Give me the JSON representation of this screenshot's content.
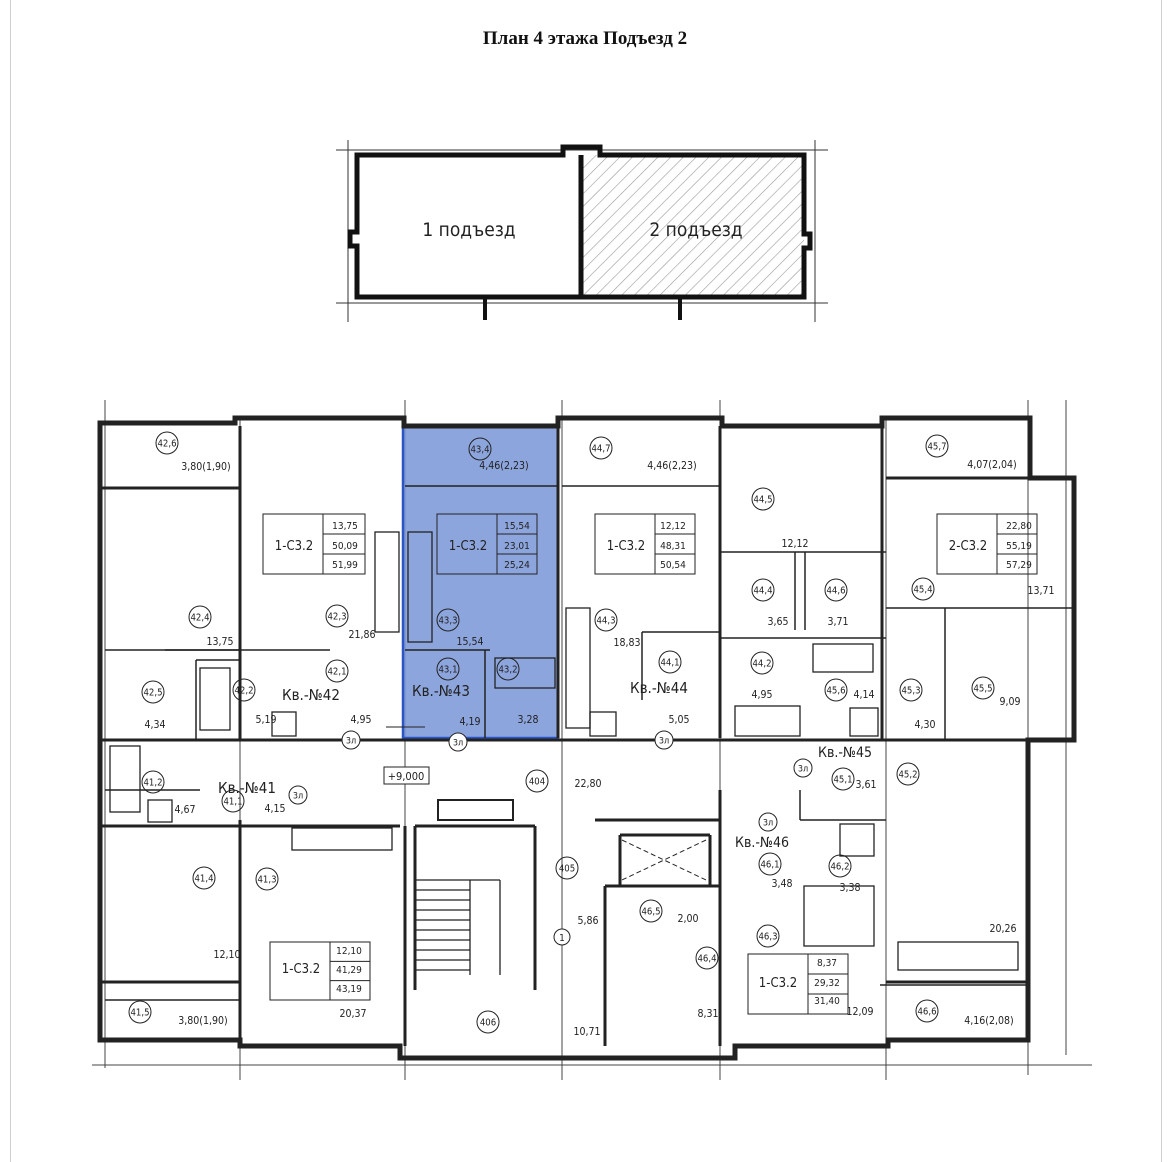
{
  "title": "План 4 этажа Подъезд 2",
  "key_plan": {
    "entrance_1": "1 подъезд",
    "entrance_2": "2 подъезд"
  },
  "colors": {
    "highlight": "#7d98d8",
    "highlight_stroke": "#2c55c6",
    "wall": "#222222"
  },
  "elevation": "+9,000",
  "apartments": [
    {
      "id": "kv42",
      "name": "Кв.-№42",
      "type": "1-С3.2",
      "areas": [
        "13,75",
        "50,09",
        "51,99"
      ]
    },
    {
      "id": "kv43",
      "name": "Кв.-№43",
      "type": "1-С3.2",
      "areas": [
        "15,54",
        "23,01",
        "25,24"
      ],
      "highlighted": true
    },
    {
      "id": "kv44",
      "name": "Кв.-№44",
      "type": "1-С3.2",
      "areas": [
        "12,12",
        "48,31",
        "50,54"
      ]
    },
    {
      "id": "kv45",
      "name": "Кв.-№45",
      "type": "2-С3.2",
      "areas": [
        "22,80",
        "55,19",
        "57,29"
      ]
    },
    {
      "id": "kv41",
      "name": "Кв.-№41",
      "type": "1-С3.2",
      "areas": [
        "12,10",
        "41,29",
        "43,19"
      ]
    },
    {
      "id": "kv46",
      "name": "Кв.-№46",
      "type": "1-С3.2",
      "areas": [
        "8,37",
        "29,32",
        "31,40"
      ]
    }
  ],
  "room_tags": [
    "42,6",
    "43,4",
    "44,7",
    "45,7",
    "44,5",
    "42,4",
    "42,3",
    "43,3",
    "44,3",
    "45,4",
    "42,5",
    "42,2",
    "42,1",
    "43,1",
    "43,2",
    "44,1",
    "44,2",
    "44,4",
    "44,6",
    "45,6",
    "45,3",
    "45,5",
    "41,2",
    "41,1",
    "404",
    "45,1",
    "45,2",
    "405",
    "46,1",
    "46,2",
    "41,4",
    "41,3",
    "46,5",
    "46,4",
    "46,3",
    "41,5",
    "406",
    "46,6"
  ],
  "dimensions": [
    "3,80(1,90)",
    "4,46(2,23)",
    "4,46(2,23)",
    "4,07(2,04)",
    "13,75",
    "21,86",
    "15,54",
    "18,83",
    "12,12",
    "3,65",
    "3,71",
    "13,71",
    "4,34",
    "5,19",
    "4,95",
    "4,19",
    "3,28",
    "5,05",
    "4,95",
    "4,14",
    "4,30",
    "9,09",
    "4,67",
    "4,15",
    "22,80",
    "3,61",
    "3,48",
    "3,38",
    "20,26",
    "5,86",
    "2,00",
    "12,10",
    "20,37",
    "10,71",
    "8,31",
    "12,09",
    "3,80(1,90)",
    "4,16(2,08)"
  ],
  "door_marks": [
    "3л",
    "3л",
    "3л",
    "3л",
    "3л",
    "3л"
  ],
  "stair_mark": "1"
}
